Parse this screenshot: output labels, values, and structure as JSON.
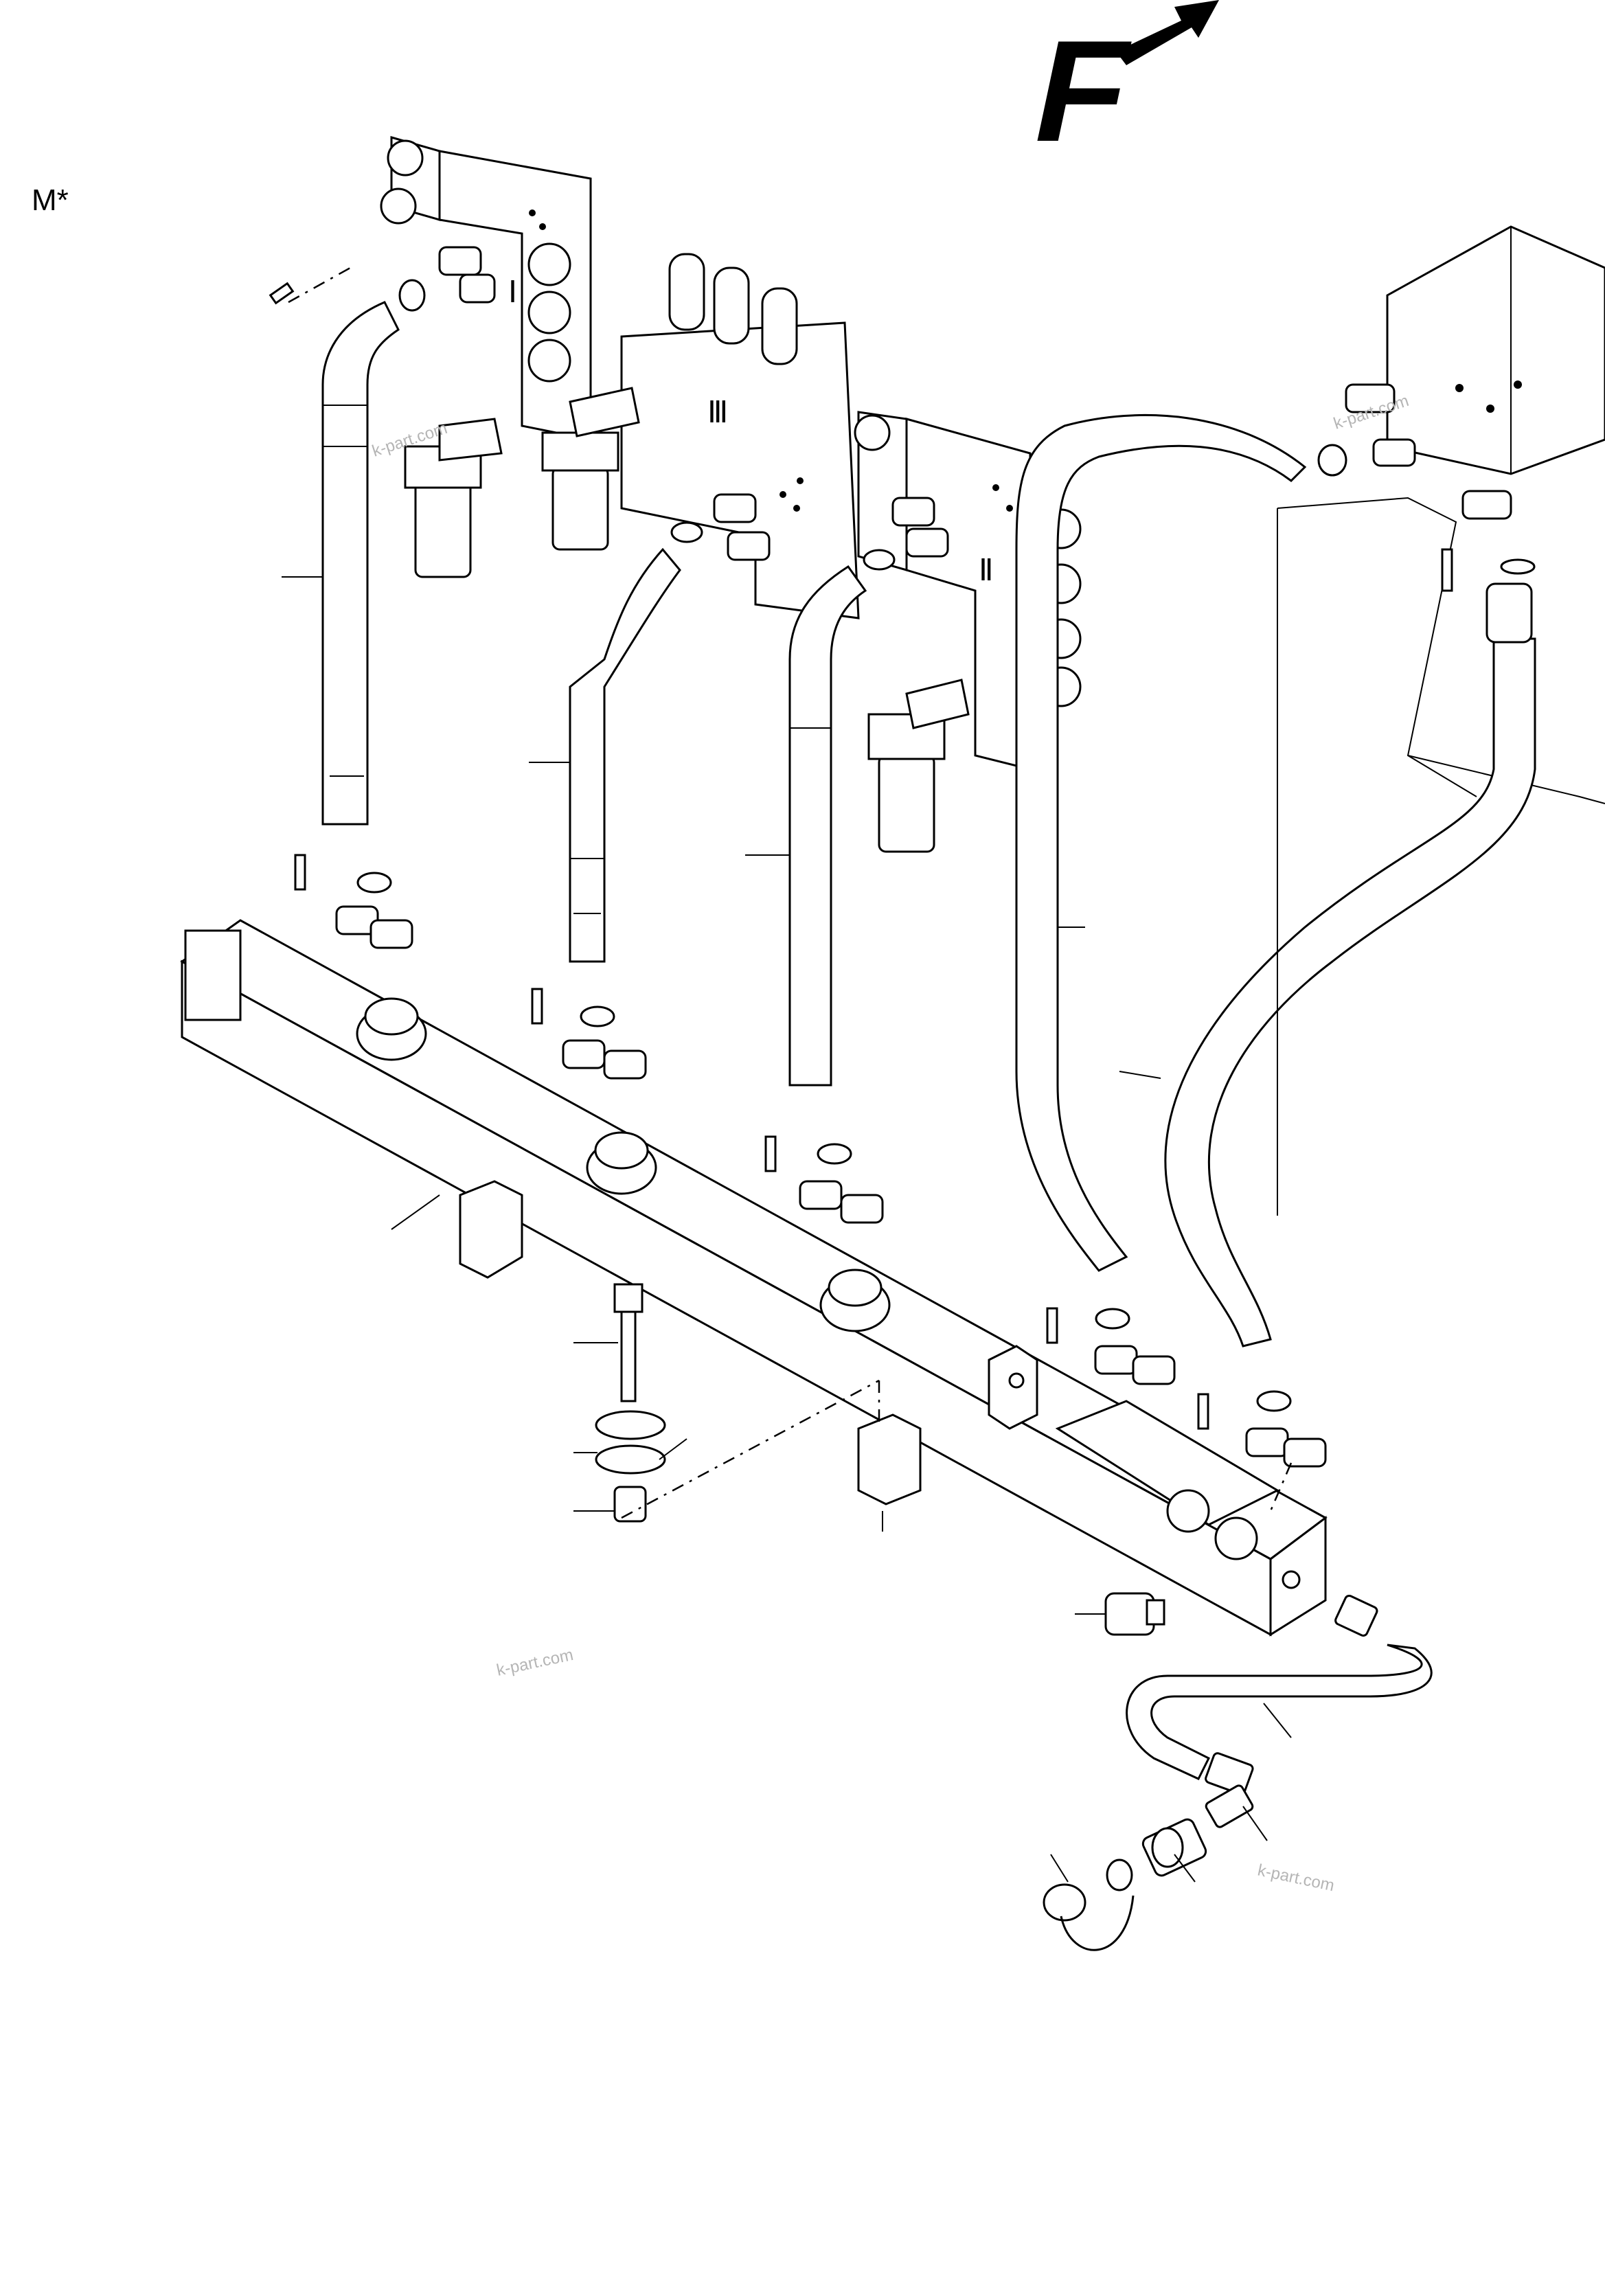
{
  "diagram": {
    "corner_label": "M*",
    "direction_label": "F",
    "valve_labels": [
      "Ⅰ",
      "Ⅲ",
      "Ⅱ"
    ],
    "watermarks": [
      "k-part.com",
      "k-part.com",
      "k-part.com",
      "k-part.com"
    ]
  }
}
